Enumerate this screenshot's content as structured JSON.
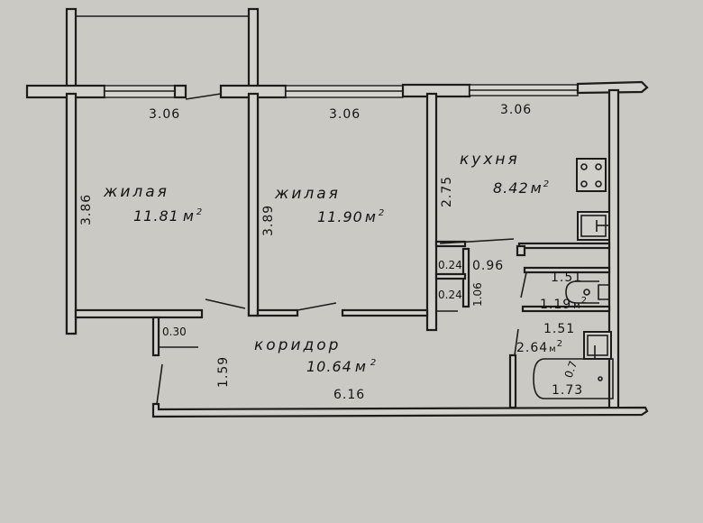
{
  "plan": {
    "colors": {
      "paper": "#cac9c3",
      "ink": "#1c1c1c"
    },
    "rooms": [
      {
        "name": "жилая",
        "area": "11.81",
        "unit": "м",
        "sup": "2",
        "width": "3.06",
        "depth": "3.86"
      },
      {
        "name": "жилая",
        "area": "11.90",
        "unit": "м",
        "sup": "2",
        "width": "3.06",
        "depth": "3.89"
      },
      {
        "name": "кухня",
        "area": "8.42",
        "unit": "м",
        "sup": "2",
        "width": "3.06",
        "depth": "2.75"
      },
      {
        "name": "коридор",
        "area": "10.64",
        "unit": "м",
        "sup": "2",
        "width": "6.16",
        "depth": "1.59"
      }
    ],
    "toilet": {
      "area": "1.19",
      "unit": "м",
      "sup": "2",
      "width": "1.51"
    },
    "bathroom": {
      "area": "2.64",
      "unit": "м",
      "sup": "2",
      "width": "1.51",
      "tub_length": "1.73",
      "tub_width": "0.7"
    },
    "closet": {
      "width": "0.96",
      "depth": "1.06",
      "shelf_top": "0.24",
      "shelf_bottom": "0.24"
    },
    "niche": {
      "width": "0.30"
    }
  }
}
